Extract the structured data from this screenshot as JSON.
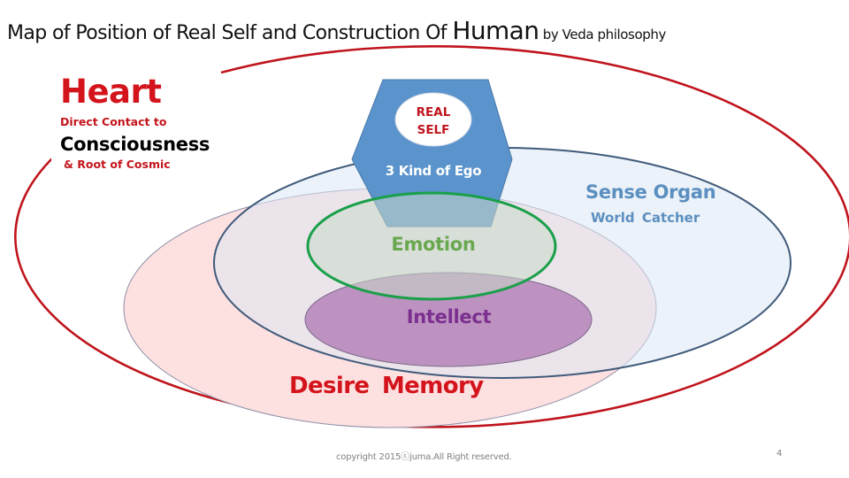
{
  "slide": {
    "title": {
      "main": "Map of Position of Real Self and Construction Of ",
      "emphasis": "Human",
      "suffix": " by Veda philosophy"
    },
    "heart": {
      "title": "Heart",
      "line1": "Direct Contact to",
      "line2": "Consciousness",
      "line3": "& Root of Cosmic"
    },
    "real_self": {
      "line1": "REAL",
      "line2": "SELF"
    },
    "ego_label": "3 Kind of Ego",
    "sense_organ": {
      "title": "Sense Organ",
      "subtitle": "World  Catcher"
    },
    "emotion_label": "Emotion",
    "intellect_label": "Intellect",
    "desire_memory_label": "Desire  Memory",
    "footer": {
      "copyright": "copyright 2015ⓒjuma.All  Right reserved.",
      "page_number": "4"
    }
  },
  "colors": {
    "heart_outline": "#c0141c",
    "desire_memory_fill": "#fde0e0",
    "desire_memory_outline": "#8e8ea8",
    "sense_organ_fill": "#dce8f4",
    "sense_organ_outline": "#3f5a7a",
    "emotion_outline": "#1aa04a",
    "intellect_fill": "#b98bbd",
    "ego_hexagon_fill": "#5b93cc",
    "real_self_fill": "#ffffff"
  }
}
